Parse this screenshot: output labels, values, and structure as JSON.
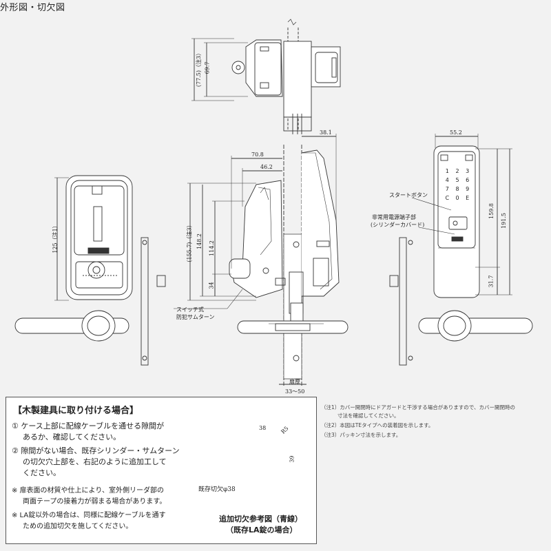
{
  "page": {
    "title": "外形図・切欠図"
  },
  "dimensions": {
    "top_view": {
      "overall_note": "(77.5)（注3）",
      "height": "69.7"
    },
    "side_view": {
      "d38_1": "38.1",
      "d70_8": "70.8",
      "d46_2": "46.2",
      "d155_7": "(155.7)（注3）",
      "d148_2": "148.2",
      "d114_2": "114.2",
      "d34": "34",
      "door_thickness": "扉厚",
      "thickness_range": "33～50"
    },
    "inner_view": {
      "d125": "125（注1）"
    },
    "front_view": {
      "d55_2": "55.2",
      "d159_8": "159.8",
      "d191_5": "191.5",
      "d31_7": "31.7"
    }
  },
  "callouts": {
    "switch_thumbturn_1": "スイッチ式",
    "switch_thumbturn_2": "防犯サムターン",
    "start_button": "スタートボタン",
    "emergency_1": "非常用電源端子部",
    "emergency_2": "(シリンダーカバード)"
  },
  "keypad": {
    "keys": [
      "1",
      "2",
      "3",
      "4",
      "5",
      "6",
      "7",
      "8",
      "9",
      "C",
      "0",
      "E"
    ]
  },
  "wood_install": {
    "title": "【木製建具に取り付ける場合】",
    "item1_l1": "① ケース上部に配線ケーブルを通せる隙間が",
    "item1_l2": "あるか、確認してください。",
    "item2_l1": "② 隙間がない場合、既存シリンダー・サムターン",
    "item2_l2": "の切欠穴上部を、右記のように追加工して",
    "item2_l3": "ください。",
    "note1_l1": "※ 扉表面の材質や仕上により、室外側リーダ部の",
    "note1_l2": "両面テープの接着力が弱まる場合があります。",
    "note2_l1": "※ LA錠以外の場合は、同様に配線ケーブルを通す",
    "note2_l2": "ための追加切欠を施してください。"
  },
  "cutout": {
    "d38": "38",
    "r5": "R5",
    "d39": "39",
    "existing": "既存切欠φ38",
    "caption1": "追加切欠参考図（青線）",
    "caption2": "（既存LA錠の場合）",
    "accent": "#5aa8c8"
  },
  "notes": {
    "n1_l1": "（注1）カバー開閉時にドアガードと干渉する場合がありますので、カバー開閉時の",
    "n1_l2": "寸法を確認してください。",
    "n2": "（注2）本図はTEタイプへの装着図を示します。",
    "n3": "（注3）パッキン寸法を示します。"
  }
}
